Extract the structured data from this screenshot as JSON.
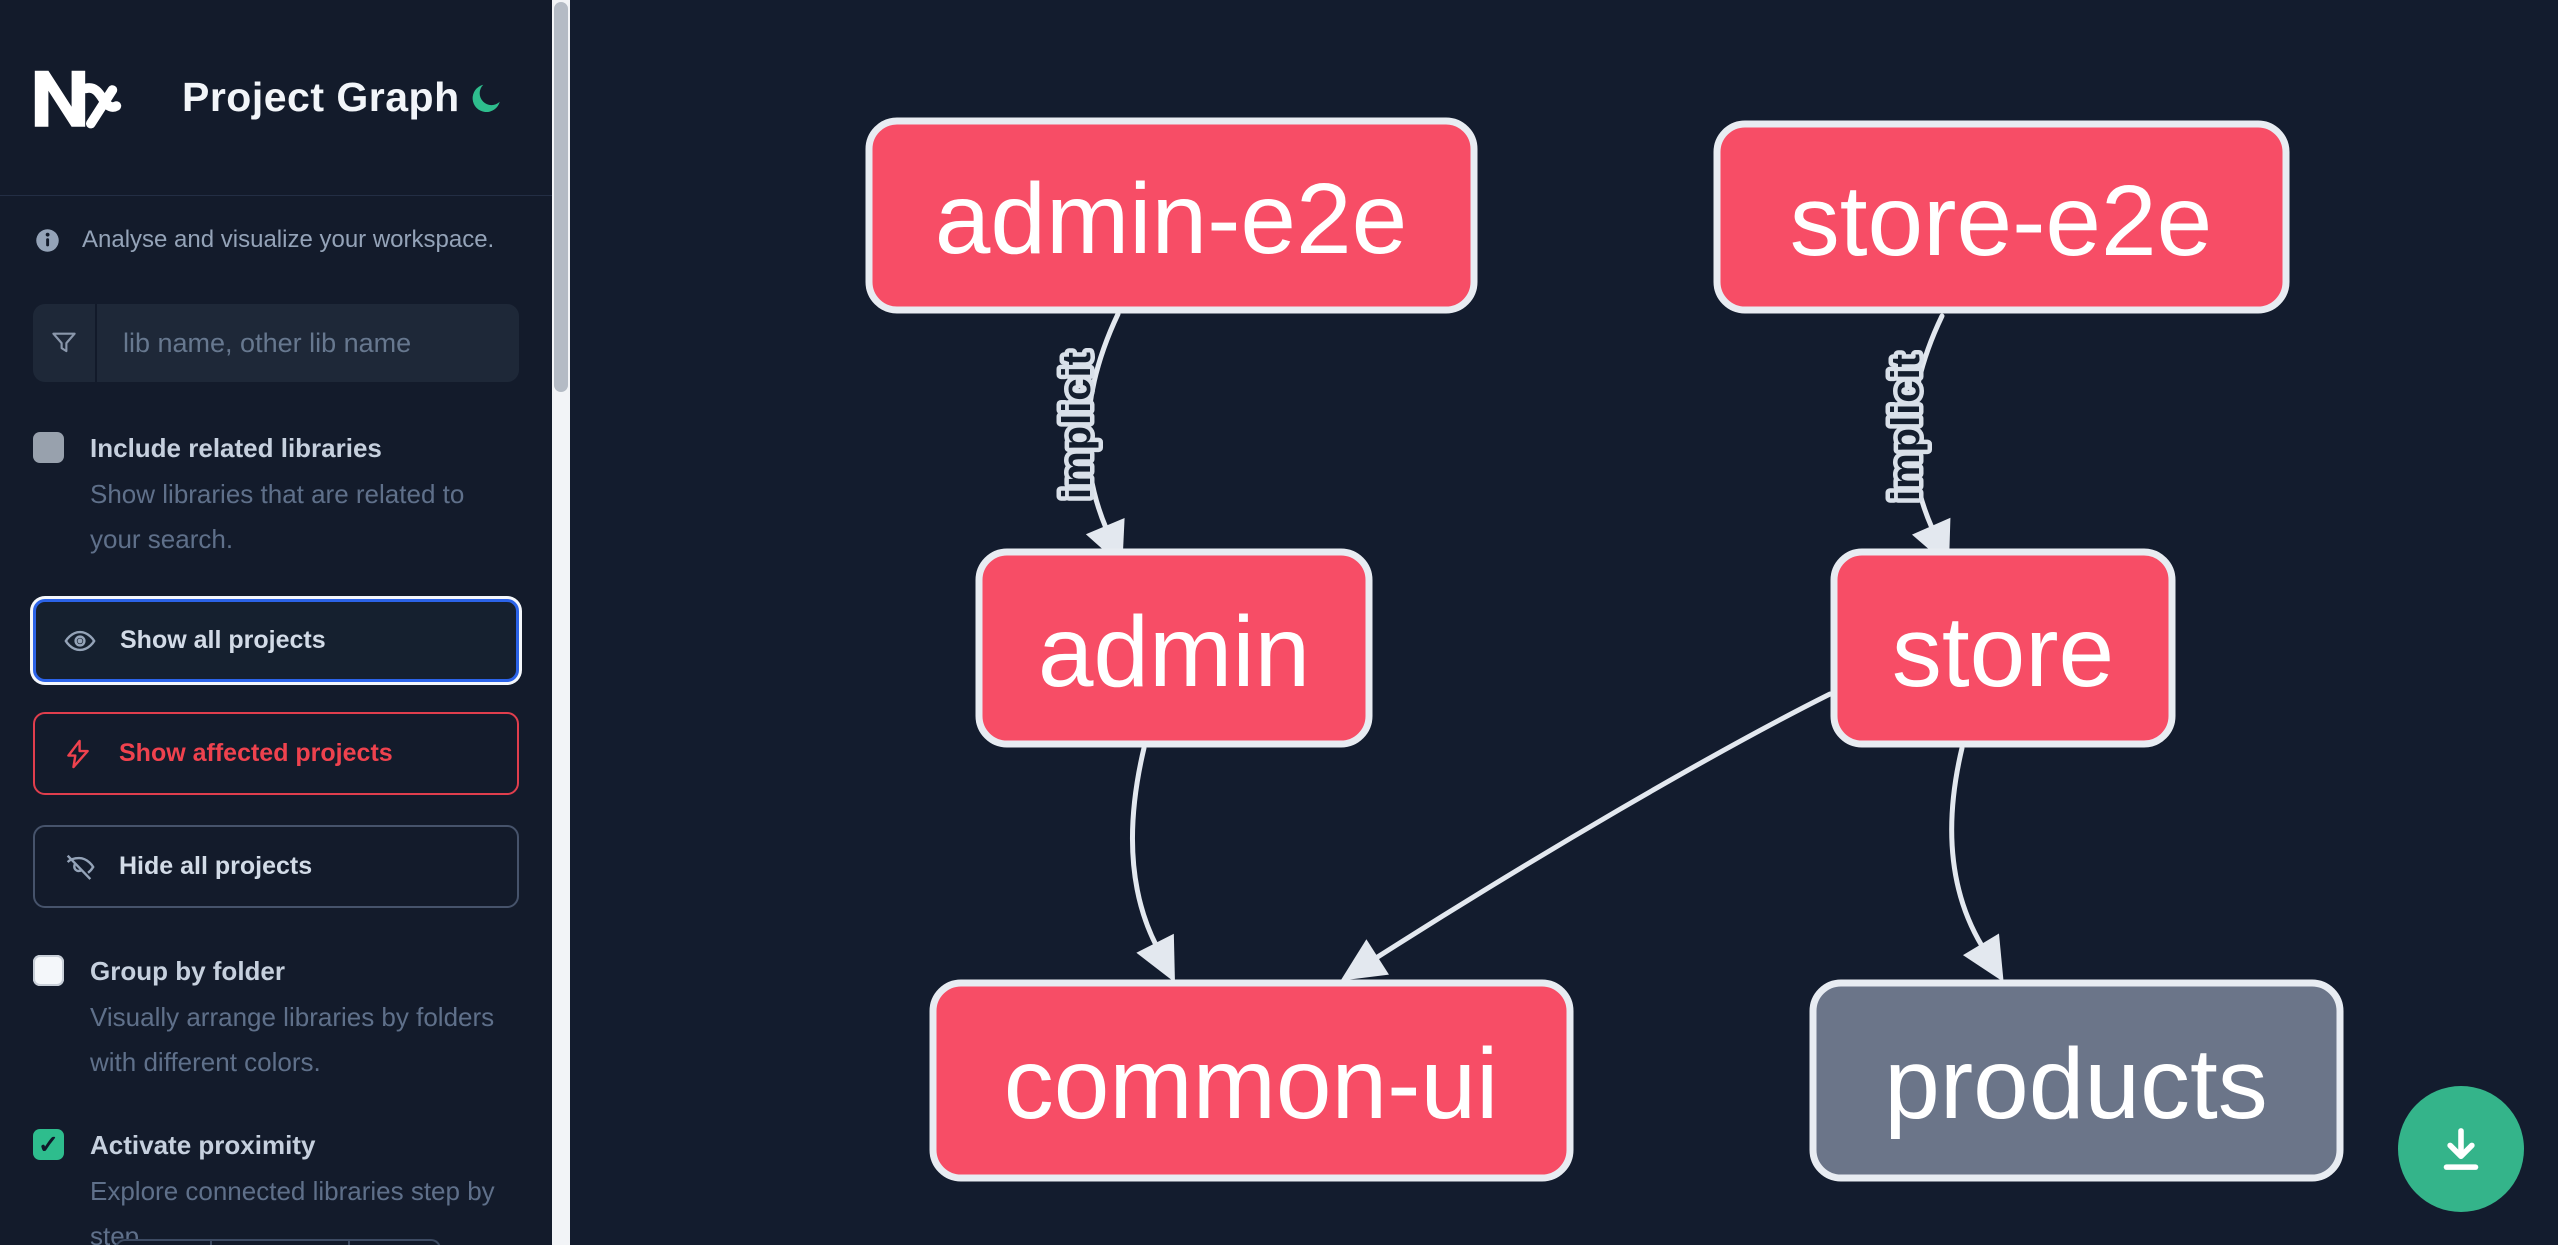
{
  "app": {
    "title": "Project Graph"
  },
  "colors": {
    "accent_green": "#2ebd8d",
    "node_pink": "#f74d66",
    "node_gray": "#6b7589",
    "affected_red": "#ef424e",
    "focus_blue": "#2b63e8",
    "edge": "#e3e8ef"
  },
  "sidebar": {
    "tagline": "Analyse and visualize your workspace.",
    "search": {
      "placeholder": "lib name, other lib name",
      "value": ""
    },
    "toggles": [
      {
        "label": "Include related libraries",
        "description": "Show libraries that are related to your search.",
        "checked": false
      },
      {
        "label": "Group by folder",
        "description": "Visually arrange libraries by folders with different colors.",
        "checked": false
      },
      {
        "label": "Activate proximity",
        "description": "Explore connected libraries step by step.",
        "checked": true
      }
    ],
    "buttons": [
      {
        "label": "Show all projects"
      },
      {
        "label": "Show affected projects"
      },
      {
        "label": "Hide all projects"
      }
    ],
    "check_glyph": "✓"
  },
  "graph": {
    "nodes": [
      {
        "id": "admin-e2e",
        "label": "admin-e2e",
        "color": "pink"
      },
      {
        "id": "store-e2e",
        "label": "store-e2e",
        "color": "pink"
      },
      {
        "id": "admin",
        "label": "admin",
        "color": "pink"
      },
      {
        "id": "store",
        "label": "store",
        "color": "pink"
      },
      {
        "id": "common-ui",
        "label": "common-ui",
        "color": "pink"
      },
      {
        "id": "products",
        "label": "products",
        "color": "gray"
      }
    ],
    "edges": [
      {
        "from": "admin-e2e",
        "to": "admin",
        "label": "implicit"
      },
      {
        "from": "store-e2e",
        "to": "store",
        "label": "implicit"
      },
      {
        "from": "admin",
        "to": "common-ui",
        "label": ""
      },
      {
        "from": "store",
        "to": "common-ui",
        "label": ""
      },
      {
        "from": "store",
        "to": "products",
        "label": ""
      }
    ]
  }
}
